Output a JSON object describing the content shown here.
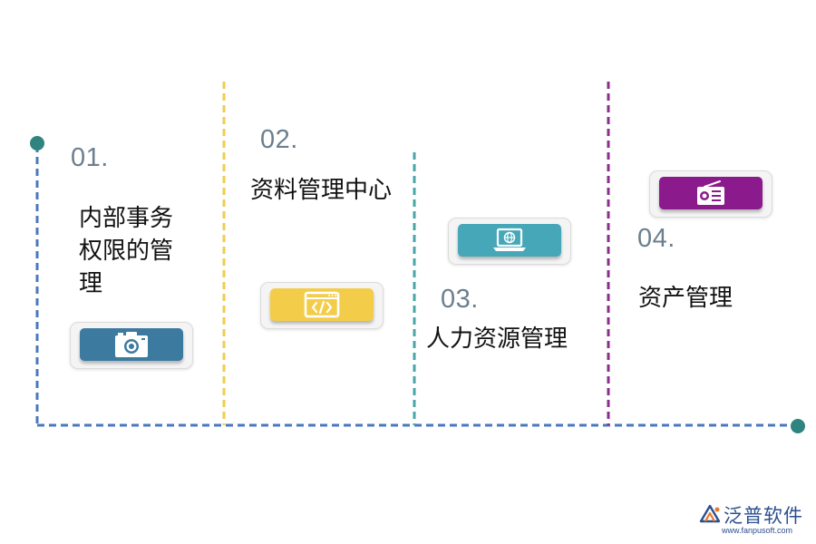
{
  "colors": {
    "blue": "#4a78c0",
    "yellow": "#f0cd4c",
    "teal": "#4aa5a8",
    "purple": "#8a2e8c",
    "dot": "#2f8480",
    "btn_blue": "#3d7aa0",
    "btn_yellow": "#f3cd4a",
    "btn_teal": "#45a7b8",
    "btn_purple": "#8b1a8c"
  },
  "steps": [
    {
      "number": "01.",
      "lines": [
        "内部事务",
        "权限的管",
        "理"
      ],
      "icon": "camera-icon"
    },
    {
      "number": "02.",
      "lines": [
        "资料管理中心"
      ],
      "icon": "code-window-icon"
    },
    {
      "number": "03.",
      "lines": [
        "人力资源管理"
      ],
      "icon": "laptop-globe-icon"
    },
    {
      "number": "04.",
      "lines": [
        "资产管理"
      ],
      "icon": "radio-icon"
    }
  ],
  "logo": {
    "brand": "泛普软件",
    "url": "www.fanpusoft.com",
    "icon": "fanpu-logo-icon"
  }
}
